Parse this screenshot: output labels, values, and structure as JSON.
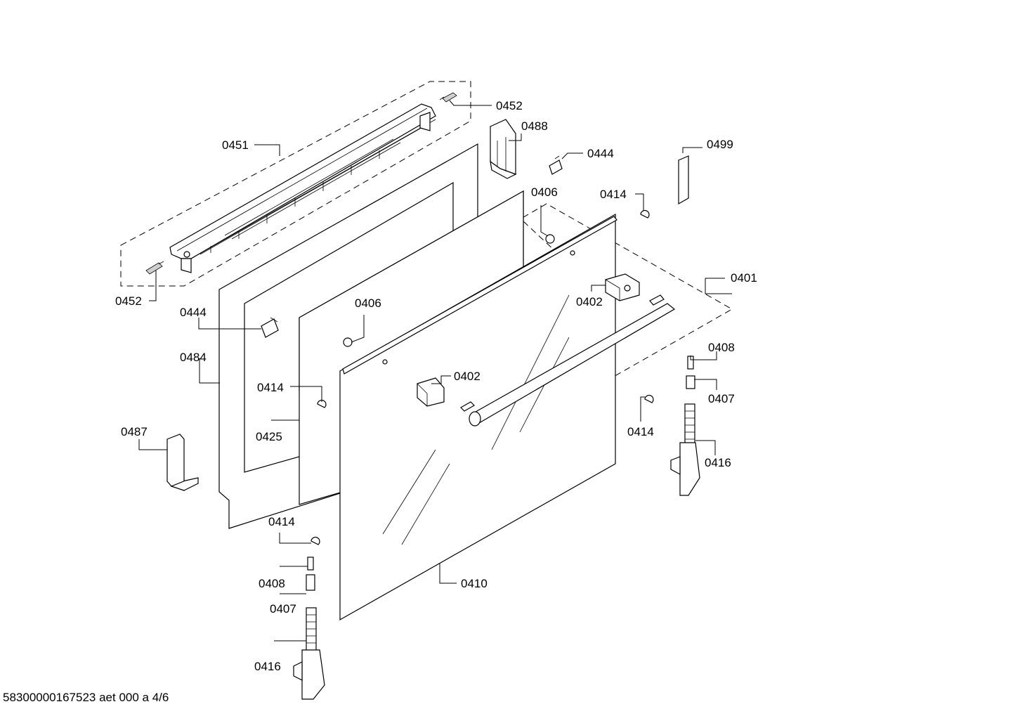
{
  "drawing": {
    "footer": "58300000167523 aet 000 a 4/6"
  },
  "labels": {
    "p0452_top": "0452",
    "p0451": "0451",
    "p0488": "0488",
    "p0444_top": "0444",
    "p0499": "0499",
    "p0406_top": "0406",
    "p0414_top": "0414",
    "p0401": "0401",
    "p0402_right": "0402",
    "p0452_left": "0452",
    "p0444_left": "0444",
    "p0406_mid": "0406",
    "p0484": "0484",
    "p0414_mid": "0414",
    "p0402_mid": "0402",
    "p0408_right": "0408",
    "p0407_right": "0407",
    "p0425": "0425",
    "p0487": "0487",
    "p0414_right": "0414",
    "p0416_right": "0416",
    "p0414_bottom": "0414",
    "p0408_bottom": "0408",
    "p0407_bottom": "0407",
    "p0410": "0410",
    "p0416_bottom": "0416"
  }
}
